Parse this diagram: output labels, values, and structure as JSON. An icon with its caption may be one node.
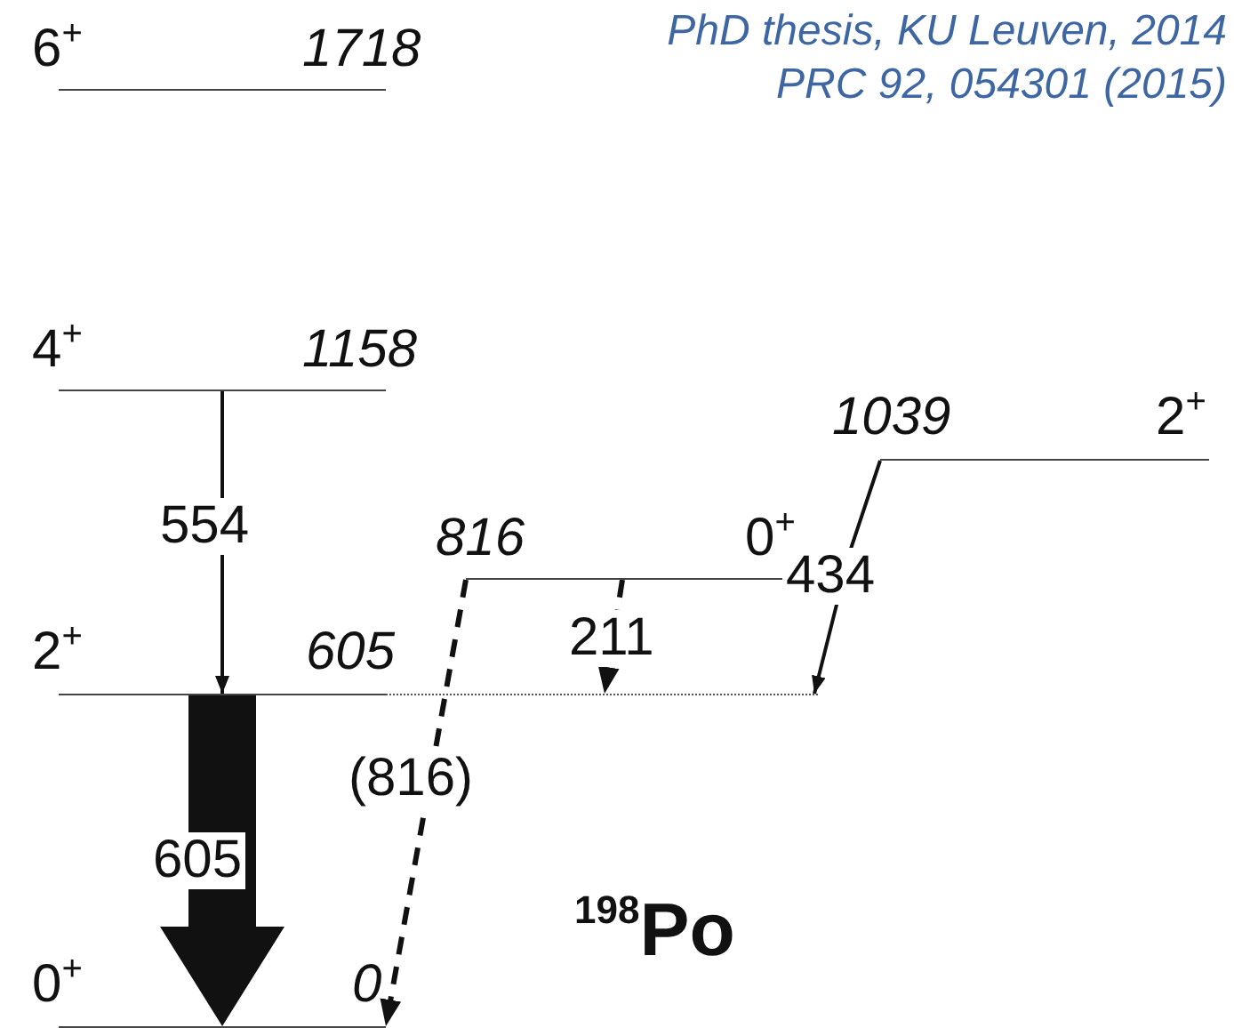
{
  "diagram": {
    "title": "$^{198}$Po",
    "nodes": [
      {
        "text": [
          "6$^{+}$",
          "1718"
        ]
      },
      {
        "text": [
          "4$^{+}$",
          "1158"
        ]
      },
      {
        "text": [
          "1039",
          "2$^{+}$"
        ]
      },
      {
        "text": [
          "816",
          "0$^{+}$"
        ]
      },
      {
        "text": [
          "2$^{+}$",
          "605"
        ]
      },
      {
        "text": [
          "0$^{+}$",
          "0"
        ]
      }
    ],
    "edges": [
      {
        "from": 1,
        "to": 4,
        "arrow": "to",
        "label": "554"
      },
      {
        "from": 4,
        "to": 5,
        "arrow": "to",
        "label": "605",
        "style": "thick"
      },
      {
        "from": 2,
        "to": 4,
        "arrow": "to",
        "label": "434"
      },
      {
        "from": 3,
        "to": 4,
        "arrow": "to",
        "label": "211",
        "style": "dashed"
      },
      {
        "from": 3,
        "to": 5,
        "arrow": "to",
        "label": "(816)",
        "style": "dashed"
      }
    ],
    "labels": [
      "PhD thesis, KU Leuven, 2014",
      "PRC  92, 054301 (2015)"
    ]
  }
}
